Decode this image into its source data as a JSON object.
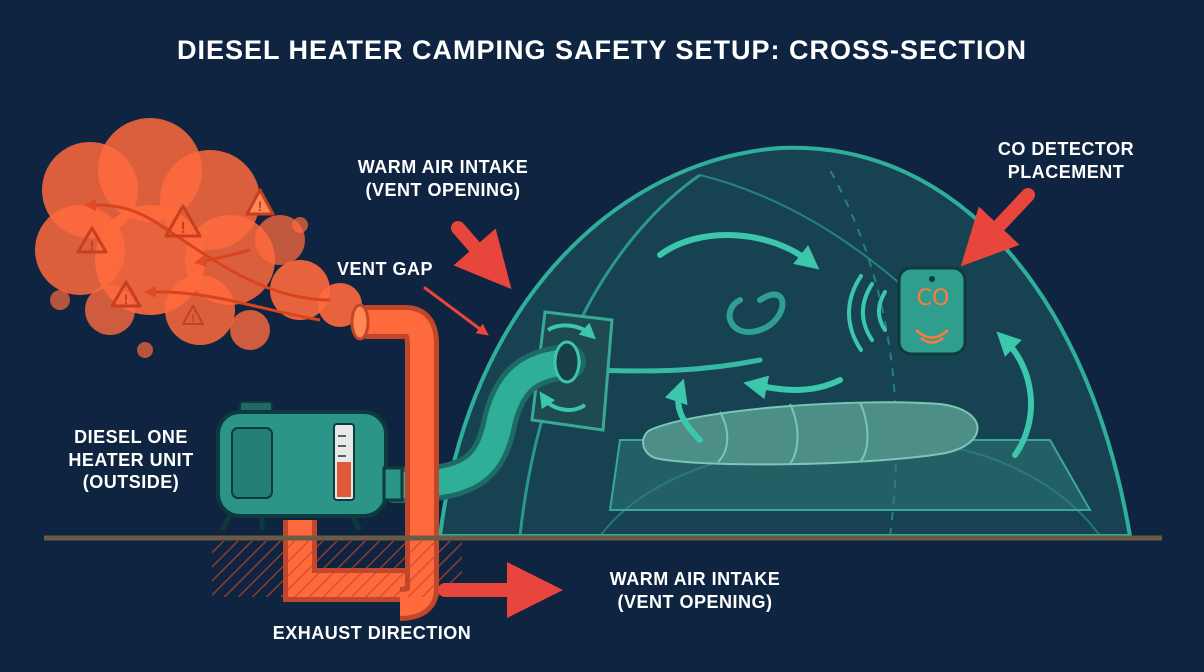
{
  "title": "DIESEL HEATER CAMPING SAFETY SETUP: CROSS-SECTION",
  "labels": {
    "warm_air_intake_top": [
      "WARM AIR INTAKE",
      "(VENT OPENING)"
    ],
    "vent_gap": "VENT GAP",
    "co_detector": [
      "CO DETECTOR",
      "PLACEMENT"
    ],
    "heater_unit": [
      "DIESEL ONE",
      "HEATER UNIT",
      "(OUTSIDE)"
    ],
    "warm_air_intake_bottom": [
      "WARM AIR INTAKE",
      "(VENT OPENING)"
    ],
    "exhaust_direction": "EXHAUST DIRECTION"
  },
  "co_detector_text": "CO",
  "colors": {
    "background": "#0f2440",
    "teal": "#2fae9a",
    "teal_dark": "#1f6e6a",
    "exhaust_orange": "#ff6a3d",
    "arrow_red": "#e8453c",
    "ground": "#6b5a45"
  },
  "icons": [
    "warning-icon",
    "warning-icon",
    "warning-icon",
    "warning-icon",
    "warning-icon",
    "co-detector-icon"
  ]
}
